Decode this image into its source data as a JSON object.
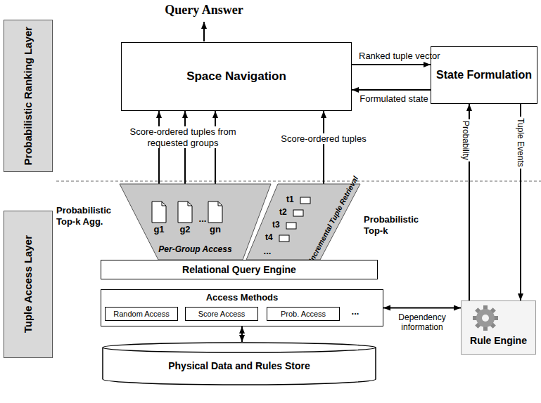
{
  "diagram": {
    "nodes": [
      {
        "text": [
          "Probabilistic Ranking Layer"
        ]
      },
      {
        "text": [
          "Space Navigation"
        ]
      },
      {
        "text": [
          "State Formulation"
        ]
      },
      {
        "text": [
          "Tuple Access Layer"
        ]
      },
      {
        "text": [
          "Probabilistic Top-k Agg.",
          "Per-Group Access"
        ]
      },
      {
        "text": [
          "g1"
        ],
        "in": 4
      },
      {
        "text": [
          "g2"
        ],
        "in": 4
      },
      {
        "text": [
          "gn"
        ],
        "in": 4
      },
      {
        "text": [
          "Probabilistic Top-k",
          "Incremental Tuple Retrieval"
        ]
      },
      {
        "text": [
          "t1"
        ],
        "in": 8
      },
      {
        "text": [
          "t2"
        ],
        "in": 8
      },
      {
        "text": [
          "t3"
        ],
        "in": 8
      },
      {
        "text": [
          "t4"
        ],
        "in": 8
      },
      {
        "text": [
          "Relational Query Engine"
        ]
      },
      {
        "text": [
          "Access Methods"
        ]
      },
      {
        "text": [
          "Random Access"
        ],
        "in": 14
      },
      {
        "text": [
          "Score Access"
        ],
        "in": 14
      },
      {
        "text": [
          "Prob. Access"
        ],
        "in": 14
      },
      {
        "text": [
          "Physical Data and Rules Store"
        ]
      },
      {
        "text": [
          "Rule Engine"
        ]
      }
    ],
    "edges": [
      {
        "from": 1,
        "to": 2,
        "arrow": "to",
        "label": "Ranked tuple vector"
      },
      {
        "from": 2,
        "to": 1,
        "arrow": "to",
        "label": "Formulated state"
      },
      {
        "from": 5,
        "to": 1,
        "arrow": "to"
      },
      {
        "from": 6,
        "to": 1,
        "arrow": "to",
        "label": "Score-ordered tuples from requested groups"
      },
      {
        "from": 7,
        "to": 1,
        "arrow": "to"
      },
      {
        "from": 8,
        "to": 1,
        "arrow": "to",
        "label": "Score-ordered tuples"
      },
      {
        "from": 19,
        "to": 2,
        "arrow": "to",
        "label": "Probability"
      },
      {
        "from": 2,
        "to": 19,
        "arrow": "to",
        "label": "Tuple Events"
      },
      {
        "from": 14,
        "to": 19,
        "arrow": "both",
        "label": "Dependency information"
      },
      {
        "from": 14,
        "to": 18,
        "arrow": "both"
      }
    ],
    "labels": [
      "Query Answer",
      "...",
      "...",
      "..."
    ]
  }
}
